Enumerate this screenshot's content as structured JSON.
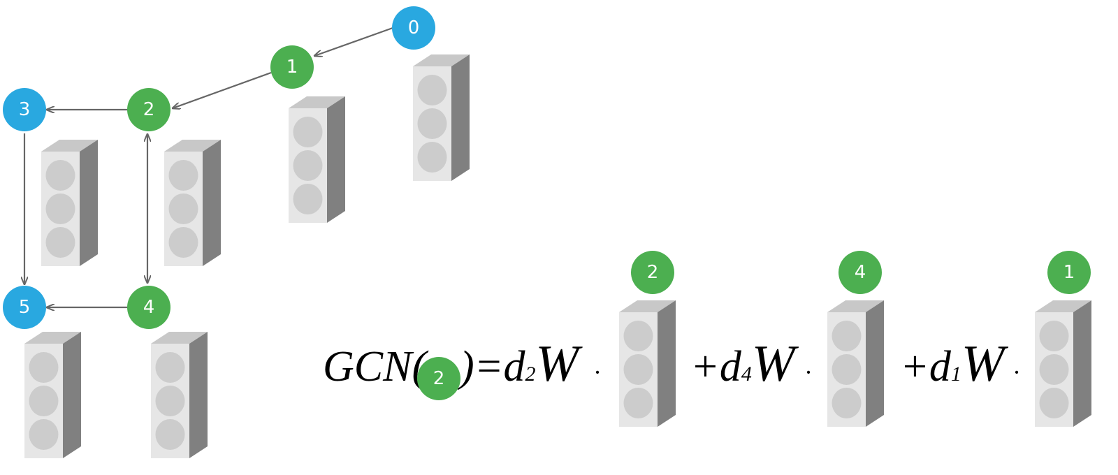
{
  "colors": {
    "source_node": "#29a8e0",
    "neighbor_node": "#4caf50",
    "edge": "#666666",
    "block_front": "#e6e6e6",
    "block_top": "#c8c8c8",
    "block_side": "#808080",
    "feature_cell": "#cccccc"
  },
  "graph": {
    "nodes": [
      {
        "label": "0",
        "type": "blue"
      },
      {
        "label": "1",
        "type": "green"
      },
      {
        "label": "2",
        "type": "green"
      },
      {
        "label": "3",
        "type": "blue"
      },
      {
        "label": "4",
        "type": "green"
      },
      {
        "label": "5",
        "type": "blue"
      }
    ],
    "edges": [
      {
        "from": "0",
        "to": "1"
      },
      {
        "from": "1",
        "to": "2"
      },
      {
        "from": "2",
        "to": "3"
      },
      {
        "from": "3",
        "to": "5"
      },
      {
        "from": "2",
        "to": "4",
        "bidirectional": true
      },
      {
        "from": "4",
        "to": "5"
      }
    ]
  },
  "formula": {
    "prefix": "GCN(",
    "target_node": "2",
    "close_eq": ")=",
    "terms": [
      {
        "plus": "",
        "d": "d",
        "sub": "2",
        "w": "W",
        "dot": "·",
        "node": "2"
      },
      {
        "plus": "+",
        "d": "d",
        "sub": "4",
        "w": "W",
        "dot": "·",
        "node": "4"
      },
      {
        "plus": "+",
        "d": "d",
        "sub": "1",
        "w": "W",
        "dot": "·",
        "node": "1"
      }
    ]
  }
}
